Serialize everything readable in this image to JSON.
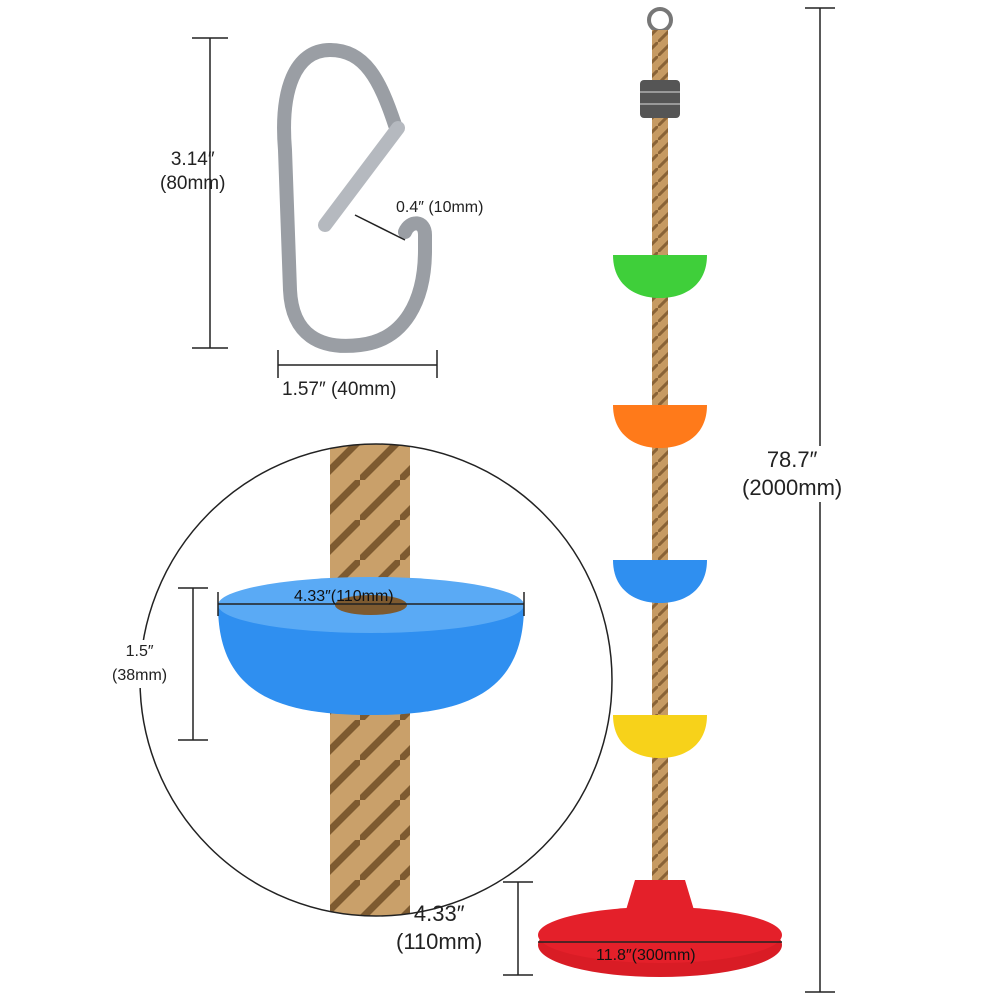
{
  "carabiner": {
    "height_in": "3.14″",
    "height_mm": "(80mm)",
    "gate_label": "0.4″ (10mm)",
    "width_label": "1.57″ (40mm)"
  },
  "rope": {
    "length_in": "78.7″",
    "length_mm": "(2000mm)"
  },
  "detail_disc": {
    "diameter_label": "4.33″(110mm)",
    "height_in": "1.5″",
    "height_mm": "(38mm)"
  },
  "base_disc": {
    "height_in": "4.33″",
    "height_mm": "(110mm)",
    "diameter_label": "11.8″(300mm)"
  },
  "colors": {
    "green": "#3fcf3a",
    "orange": "#ff7a1a",
    "blue": "#2f8ff0",
    "yellow": "#f7d21a",
    "red": "#e4202a",
    "rope": "#c69a62"
  }
}
